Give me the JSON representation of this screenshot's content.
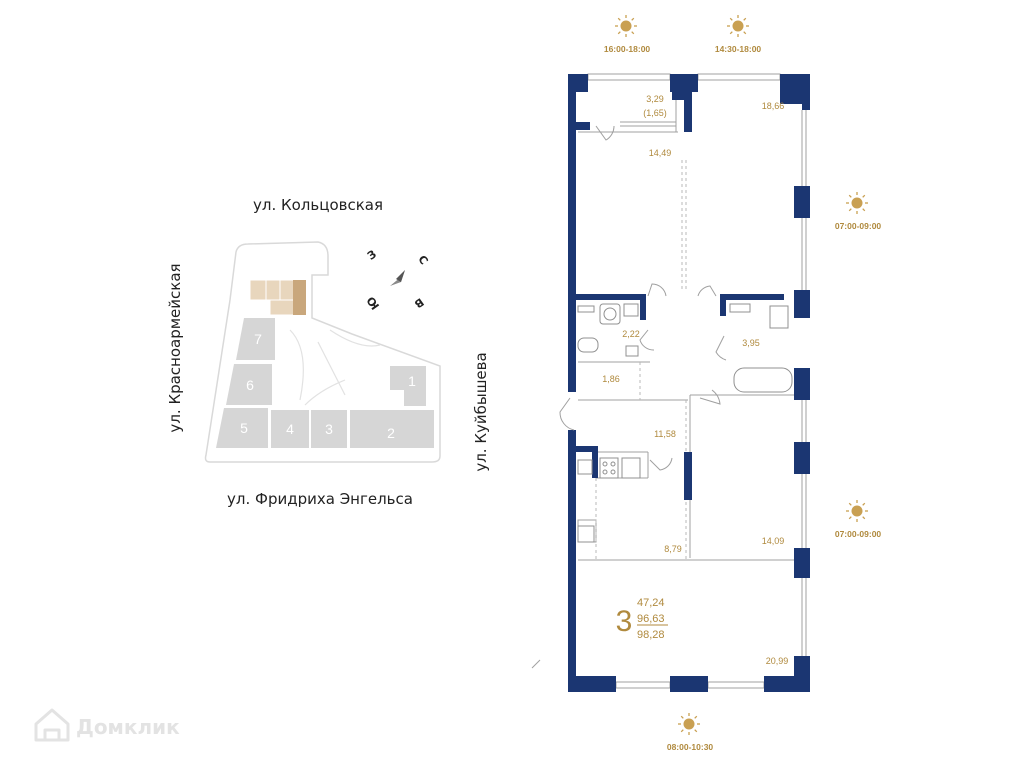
{
  "colors": {
    "wall": "#1b3672",
    "gold": "#b08a3e",
    "site_gray": "#d6d6d6",
    "site_selected": "#c9a77c",
    "thin_line": "#a0a0a0"
  },
  "streets": {
    "north": "ул. Кольцовская",
    "south": "ул. Фридриха Энгельса",
    "west": "ул. Красноармейская",
    "east": "ул. Куйбышева"
  },
  "compass": {
    "west": "З",
    "north": "С",
    "south": "Ю",
    "east": "В"
  },
  "site_buildings": [
    "7",
    "6",
    "5",
    "4",
    "3",
    "2",
    "1"
  ],
  "sun_times": {
    "top_left": "16:00-18:00",
    "top_right": "14:30-18:00",
    "right_upper": "07:00-09:00",
    "right_lower": "07:00-09:00",
    "bottom": "08:00-10:30"
  },
  "room_areas": {
    "balcony": "3,29",
    "balcony_reduced": "(1,65)",
    "bedroom_top_right": "18,66",
    "bedroom_top_left": "14,49",
    "bathroom_left": "2,22",
    "bathroom_right": "3,95",
    "hall_small": "1,86",
    "hall": "11,58",
    "kitchen": "8,79",
    "bedroom_middle_right": "14,09",
    "living": "20,99"
  },
  "summary": {
    "rooms": "3",
    "living_area": "47,24",
    "total_area": "96,63",
    "total_with_balcony": "98,28"
  },
  "watermark": "Домклик"
}
